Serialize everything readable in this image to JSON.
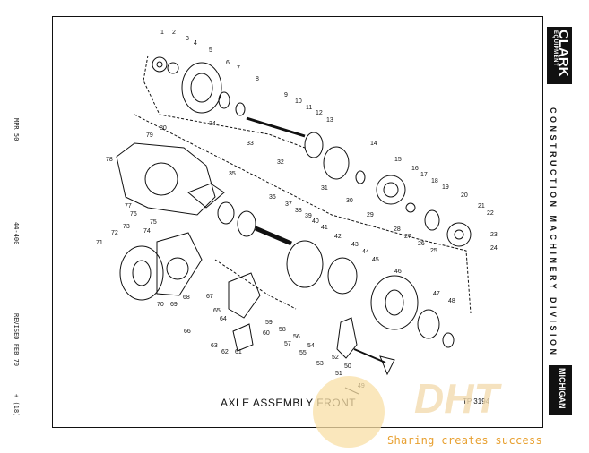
{
  "caption": "AXLE ASSEMBLY FRONT",
  "figure_number": "TP 3194",
  "brand": {
    "logo_line1": "CLARK",
    "logo_line2": "EQUIPMENT",
    "division": "CONSTRUCTION MACHINERY DIVISION",
    "badge": "MICHIGAN"
  },
  "margin_left": {
    "manual": "MPR 50",
    "code": "44-400",
    "revision": "REVISED FEB 70",
    "page": "+ (18)"
  },
  "watermark": {
    "logo": "DHT",
    "slogan": "Sharing creates success"
  },
  "part_numbers": [
    "1",
    "2",
    "3",
    "4",
    "5",
    "6",
    "7",
    "8",
    "9",
    "10",
    "11",
    "12",
    "13",
    "14",
    "15",
    "16",
    "17",
    "18",
    "19",
    "20",
    "21",
    "22",
    "23",
    "24",
    "25",
    "26",
    "27",
    "28",
    "29",
    "30",
    "31",
    "32",
    "33",
    "34",
    "35",
    "36",
    "37",
    "38",
    "39",
    "40",
    "41",
    "42",
    "43",
    "44",
    "45",
    "46",
    "47",
    "48",
    "49",
    "50",
    "51",
    "52",
    "53",
    "54",
    "55",
    "56",
    "57",
    "58",
    "59",
    "60",
    "61",
    "62",
    "63",
    "64",
    "65",
    "66",
    "67",
    "68",
    "69",
    "70",
    "71",
    "72",
    "73",
    "74",
    "75",
    "76",
    "77",
    "78",
    "79",
    "80"
  ]
}
